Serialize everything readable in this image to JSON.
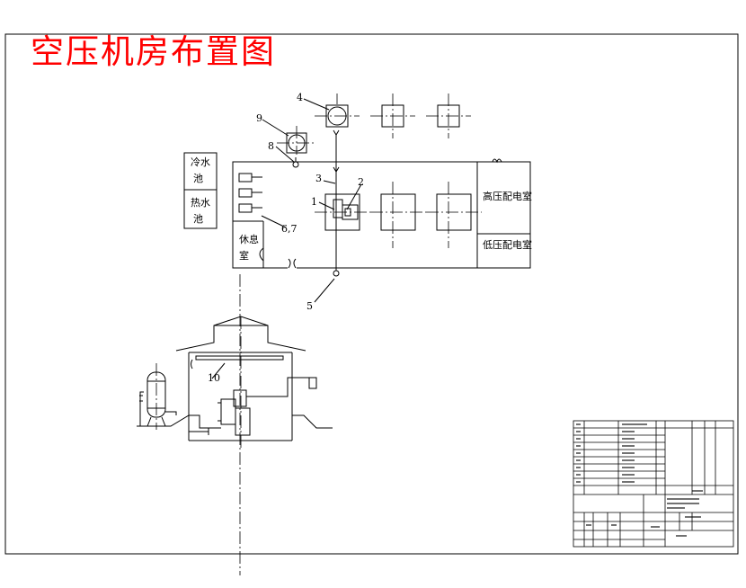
{
  "drawing": {
    "title": "空压机房布置图",
    "title_color": "#ff0000",
    "line_color": "#000000",
    "rooms": {
      "cooling_pool_a": "冷水",
      "cooling_pool_b": "池",
      "hot_pool_a": "热水",
      "hot_pool_b": "池",
      "rest_room_a": "休息",
      "rest_room_b": "室",
      "high_voltage_room": "高压配电室",
      "low_voltage_room": "低压配电室"
    },
    "callouts": {
      "c1": "1",
      "c2": "2",
      "c3": "3",
      "c4": "4",
      "c5": "5",
      "c67": "6,7",
      "c8": "8",
      "c9": "9",
      "c10": "10"
    }
  }
}
